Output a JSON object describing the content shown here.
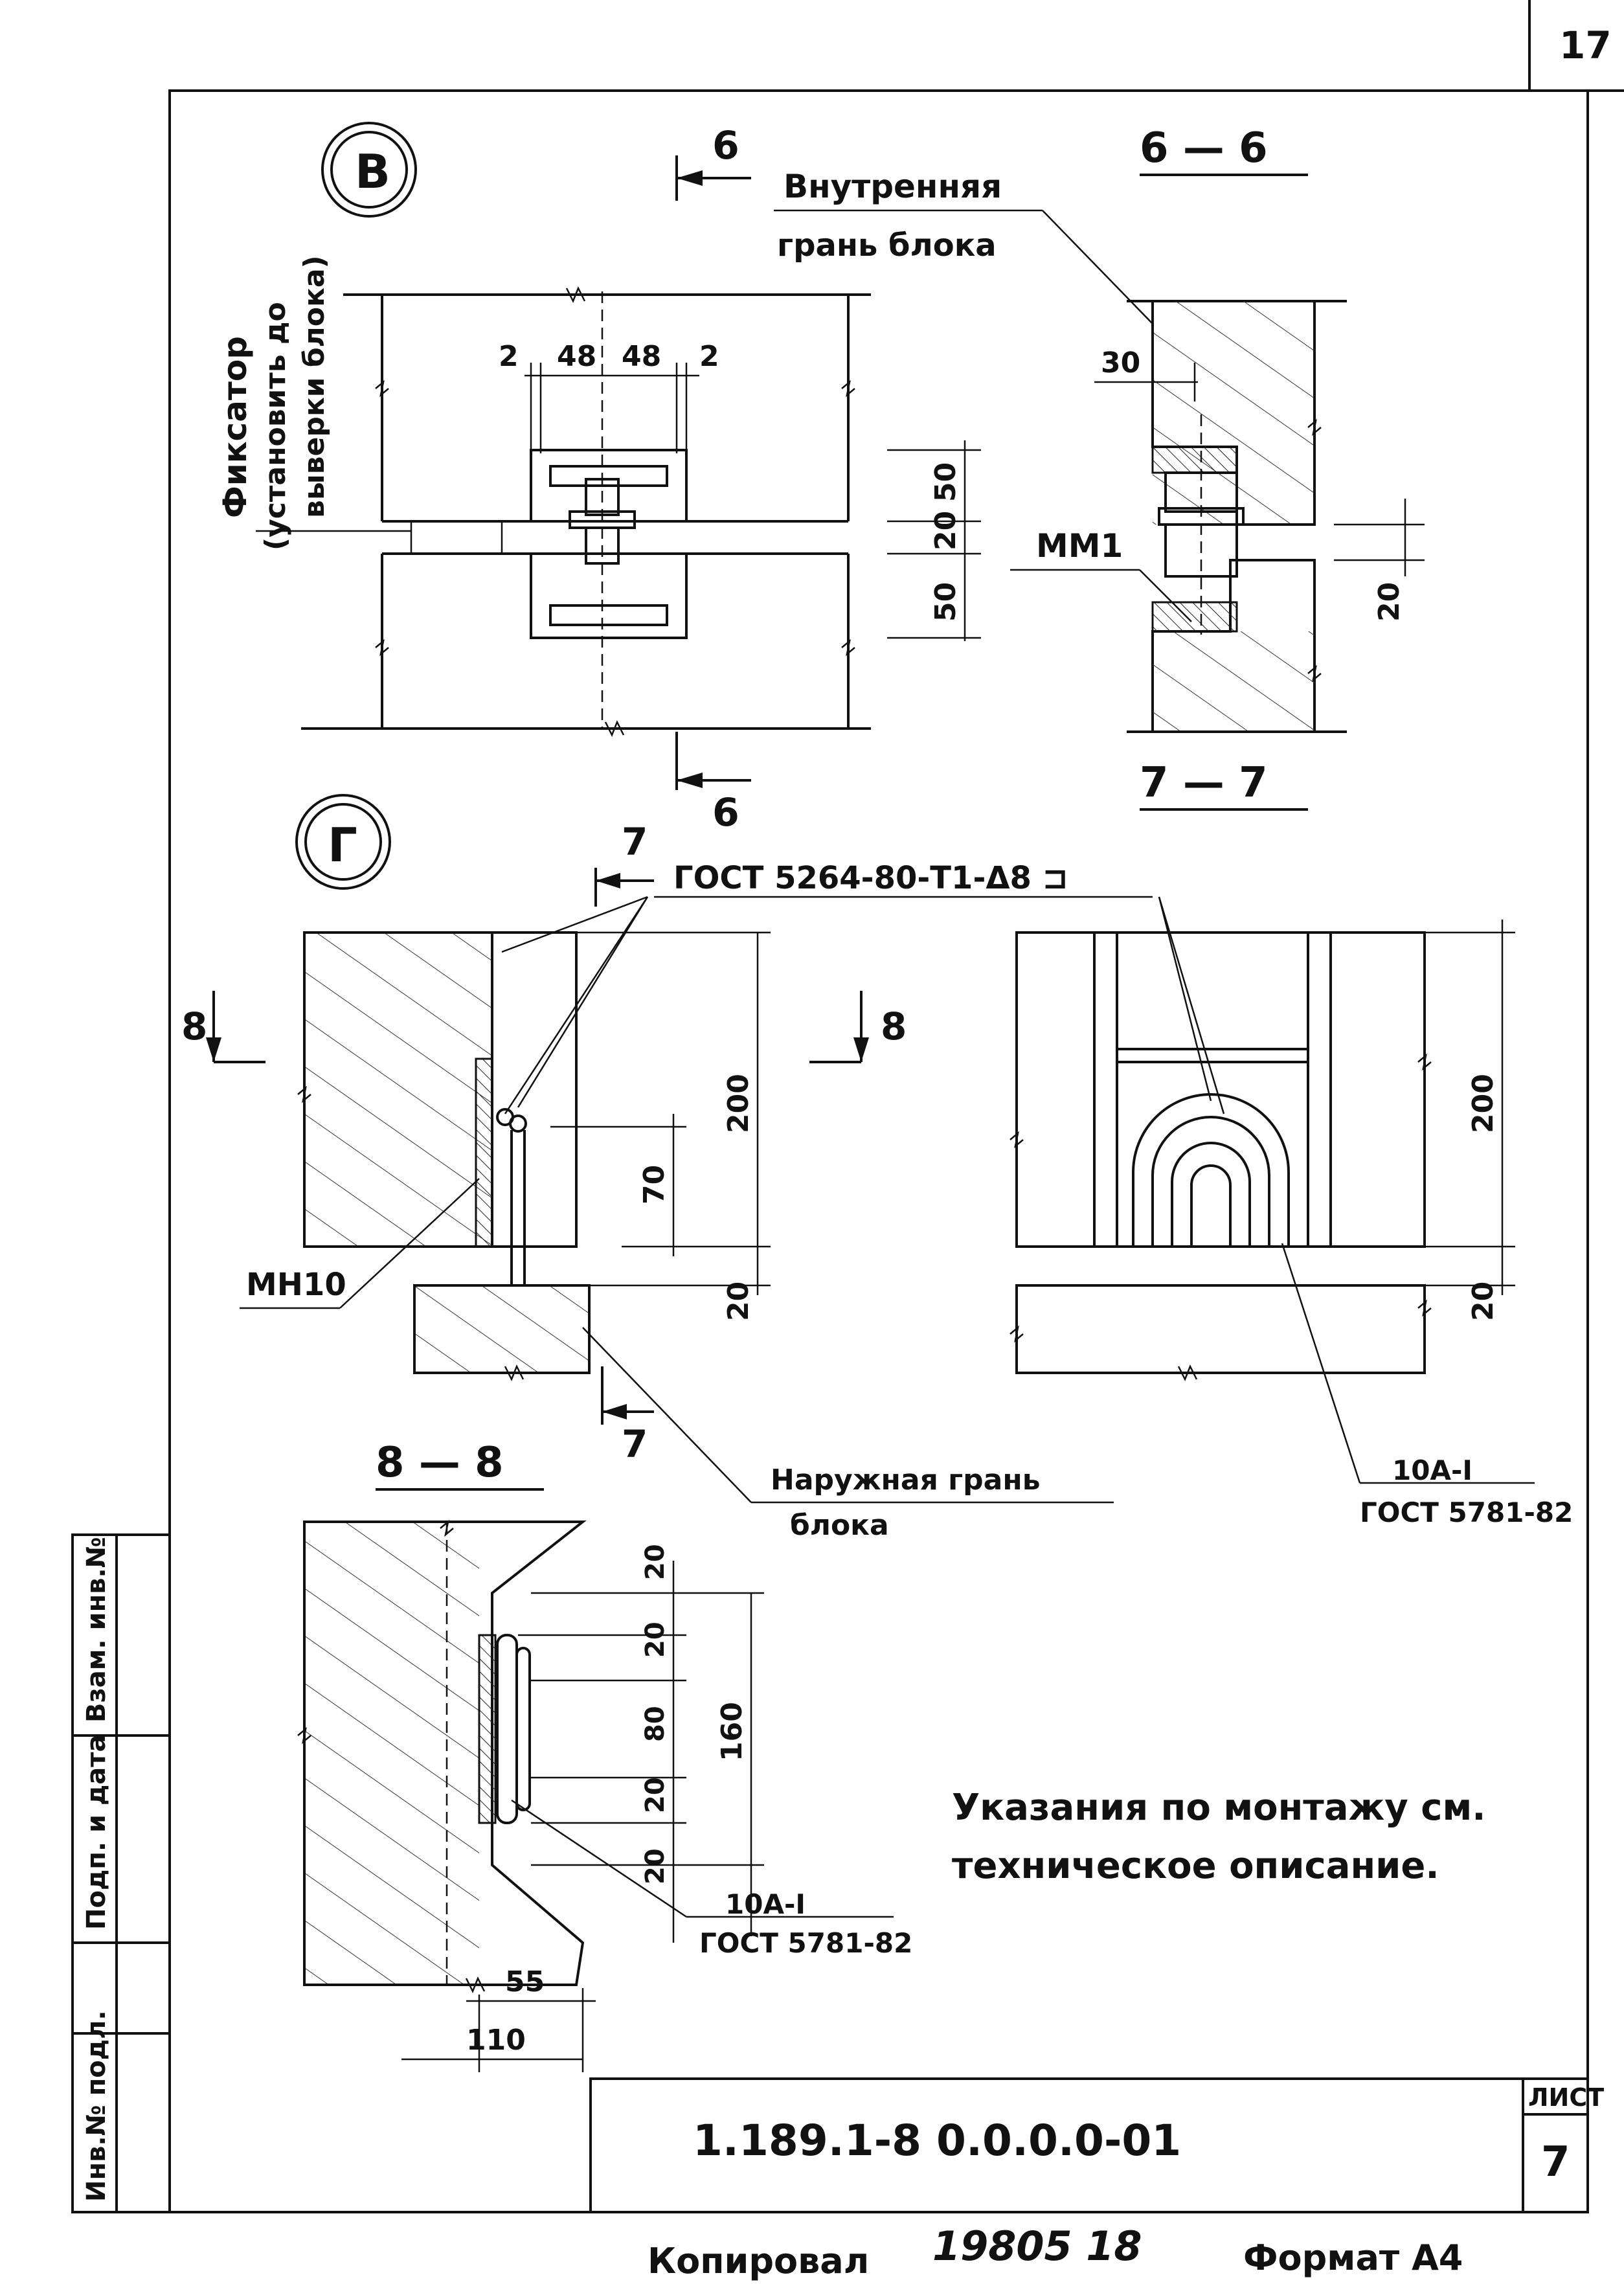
{
  "sheet": {
    "page_number": "17",
    "list_label": "ЛИСТ",
    "list_number": "7",
    "document_code": "1.189.1-8  0.0.0.0-01",
    "copied_label": "Копировал",
    "copy_number": "19805  18",
    "format_label": "Формат А4"
  },
  "side_stamp": {
    "inv_podl": "Инв.№ подл.",
    "podp_data": "Подп. и дата",
    "vzam_inv": "Взам. инв.№"
  },
  "node_v": {
    "marker": "В",
    "fixator_label": "Фиксатор",
    "fixator_note_1": "(установить до",
    "fixator_note_2": "выверки блока)",
    "dims_top": [
      "2",
      "48",
      "48",
      "2"
    ],
    "dims_right": [
      "50",
      "20",
      "50"
    ],
    "section_mark": "6",
    "inner_face_1": "Внутренняя",
    "inner_face_2": "грань блока"
  },
  "section_6_6": {
    "title": "6 — 6",
    "dim_30": "30",
    "part": "ММ1",
    "dim_20": "20"
  },
  "section_7_7": {
    "title": "7 — 7",
    "dim_200": "200",
    "dim_20": "20",
    "rebar": "10А-I",
    "rebar_gost": "ГОСТ 5781-82"
  },
  "node_g": {
    "marker": "Г",
    "section_mark_7": "7",
    "section_mark_8": "8",
    "weld_gost": "ГОСТ 5264-80-Т1-Δ8 ⊐",
    "dim_200": "200",
    "dim_70": "70",
    "dim_20": "20",
    "part": "МН10",
    "outer_face_1": "Наружная грань",
    "outer_face_2": "блока"
  },
  "section_8_8": {
    "title": "8 — 8",
    "dims_right": [
      "20",
      "20",
      "80",
      "20",
      "20"
    ],
    "dim_160": "160",
    "dim_55": "55",
    "dim_110": "110",
    "rebar": "10А-I",
    "rebar_gost": "ГОСТ 5781-82"
  },
  "note": {
    "line1": "Указания по монтажу см.",
    "line2": "техническое описание."
  }
}
